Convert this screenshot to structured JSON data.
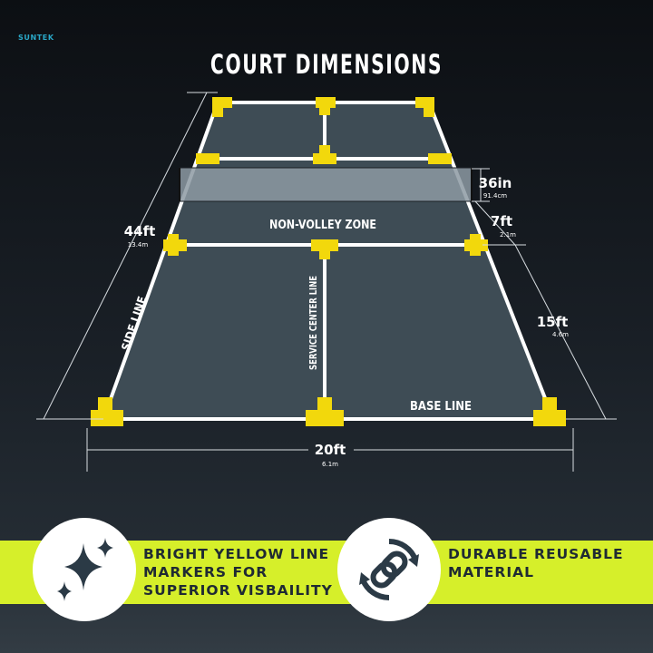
{
  "brand": "SUNTEK",
  "title": "COURT DIMENSIONS",
  "court": {
    "labels": {
      "non_volley_zone": "NON-VOLLEY ZONE",
      "side_line": "SIDE LINE",
      "service_center_line": "SERVICE CENTER LINE",
      "base_line": "BASE LINE"
    },
    "dimensions": {
      "length": {
        "value": "44ft",
        "metric": "13.4m"
      },
      "net_height": {
        "value": "36in",
        "metric": "91.4cm"
      },
      "kitchen": {
        "value": "7ft",
        "metric": "2.1m"
      },
      "service": {
        "value": "15ft",
        "metric": "4.6m"
      },
      "width": {
        "value": "20ft",
        "metric": "6.1m"
      }
    }
  },
  "features": [
    {
      "icon": "sparkle-icon",
      "text": "BRIGHT YELLOW LINE\nMARKERS FOR\nSUPERIOR VISBAILITY"
    },
    {
      "icon": "chain-link-icon",
      "text": "DURABLE REUSABLE\nMATERIAL"
    }
  ],
  "colors": {
    "marker_yellow": "#f2d80c",
    "band_yellow": "#d6ef2a",
    "court_surface": "#3e4c55",
    "line_white": "#ffffff",
    "text_dark": "#1f2a33"
  }
}
